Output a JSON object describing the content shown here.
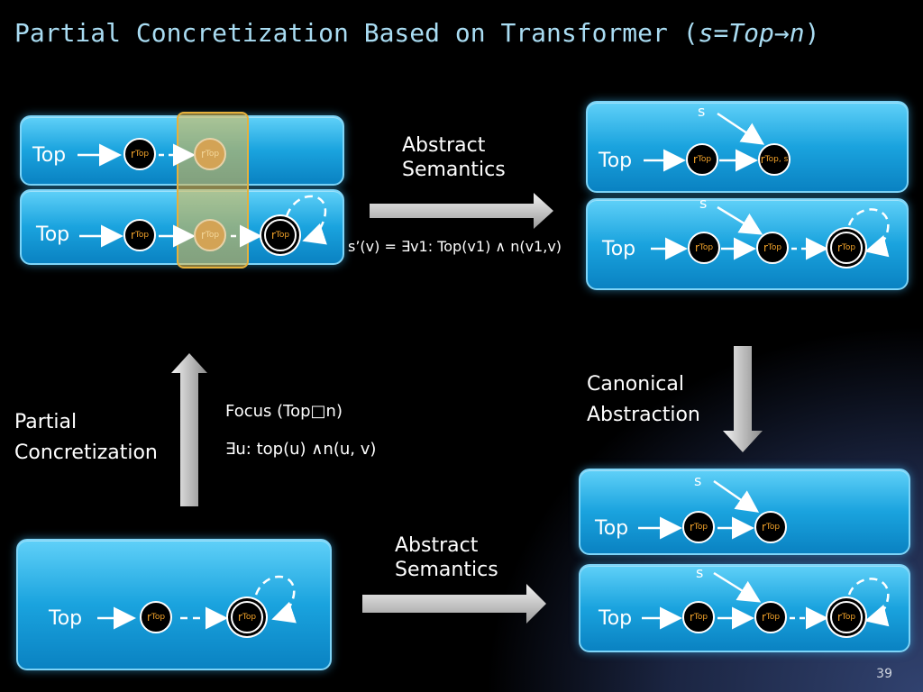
{
  "slide": {
    "title_prefix": "Partial Concretization Based on Transformer (",
    "title_s": "s",
    "title_eq": "=",
    "title_top": "Top",
    "title_arrow": "→",
    "title_n": "n",
    "title_suffix": ")",
    "page_number": "39"
  },
  "labels": {
    "top": "Top",
    "s": "s",
    "abstract_semantics_line1": "Abstract",
    "abstract_semantics_line2": "Semantics",
    "canonical_line1": "Canonical",
    "canonical_line2": "Abstraction",
    "partial_line1": "Partial",
    "partial_line2": "Concretization",
    "focus": "Focus (Top□n)",
    "exists_formula": "∃u: top(u) ∧n(u, v)",
    "equation": "s’(v) = ∃v1: Top(v1) ∧ n(v1,v)"
  },
  "node": {
    "r": "r",
    "sub_top": "Top",
    "sub_top_s": "Top, s"
  },
  "colors": {
    "box_top": "#5fd0f8",
    "box_bottom": "#0a82c2",
    "node_text": "#f3a32a",
    "focus_band": "#e8ba46",
    "title": "#a9dcf2"
  }
}
